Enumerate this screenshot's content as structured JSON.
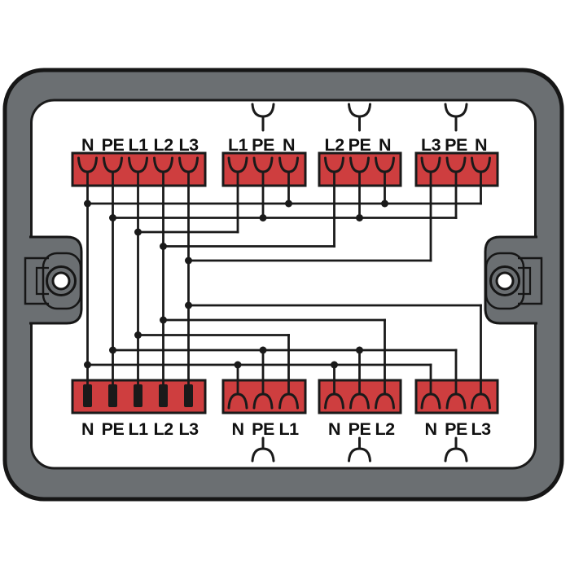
{
  "diagram": {
    "kind": "distribution-box-wiring-diagram",
    "colors": {
      "frame_gray": "#6b6f72",
      "outline_black": "#1a1a1a",
      "terminal_block_red": "#ce3e3f",
      "background": "#ffffff",
      "screw_hole_white": "#ffffff"
    },
    "blocks": {
      "top_in": {
        "labels": [
          "N",
          "PE",
          "L1",
          "L2",
          "L3"
        ],
        "terminal_glyph": "fork-up"
      },
      "top_taps": [
        {
          "labels": [
            "L1",
            "PE",
            "N"
          ],
          "branch_symbol": "outgoing-branch-up"
        },
        {
          "labels": [
            "L2",
            "PE",
            "N"
          ],
          "branch_symbol": "outgoing-branch-up"
        },
        {
          "labels": [
            "L3",
            "PE",
            "N"
          ],
          "branch_symbol": "outgoing-branch-up"
        }
      ],
      "bottom_out": {
        "labels": [
          "N",
          "PE",
          "L1",
          "L2",
          "L3"
        ],
        "terminal_glyph": "push-in-slot"
      },
      "bottom_taps": [
        {
          "labels": [
            "N",
            "PE",
            "L1"
          ],
          "branch_symbol": "outgoing-branch-down"
        },
        {
          "labels": [
            "N",
            "PE",
            "L2"
          ],
          "branch_symbol": "outgoing-branch-down"
        },
        {
          "labels": [
            "N",
            "PE",
            "L3"
          ],
          "branch_symbol": "outgoing-branch-down"
        }
      ]
    },
    "nets": {
      "N": [
        "top-in:N",
        "top-tap-L1:N",
        "top-tap-L2:N",
        "top-tap-L3:N",
        "bottom-out:N",
        "bottom-tap-L1:N",
        "bottom-tap-L2:N",
        "bottom-tap-L3:N"
      ],
      "PE": [
        "top-in:PE",
        "top-tap-L1:PE",
        "top-tap-L2:PE",
        "top-tap-L3:PE",
        "bottom-out:PE",
        "bottom-tap-L1:PE",
        "bottom-tap-L2:PE",
        "bottom-tap-L3:PE"
      ],
      "L1": [
        "top-in:L1",
        "top-tap-L1:L1",
        "bottom-out:L1",
        "bottom-tap-L1:L1"
      ],
      "L2": [
        "top-in:L2",
        "top-tap-L2:L2",
        "bottom-out:L2",
        "bottom-tap-L2:L2"
      ],
      "L3": [
        "top-in:L3",
        "top-tap-L3:L3",
        "bottom-out:L3",
        "bottom-tap-L3:L3"
      ]
    }
  }
}
